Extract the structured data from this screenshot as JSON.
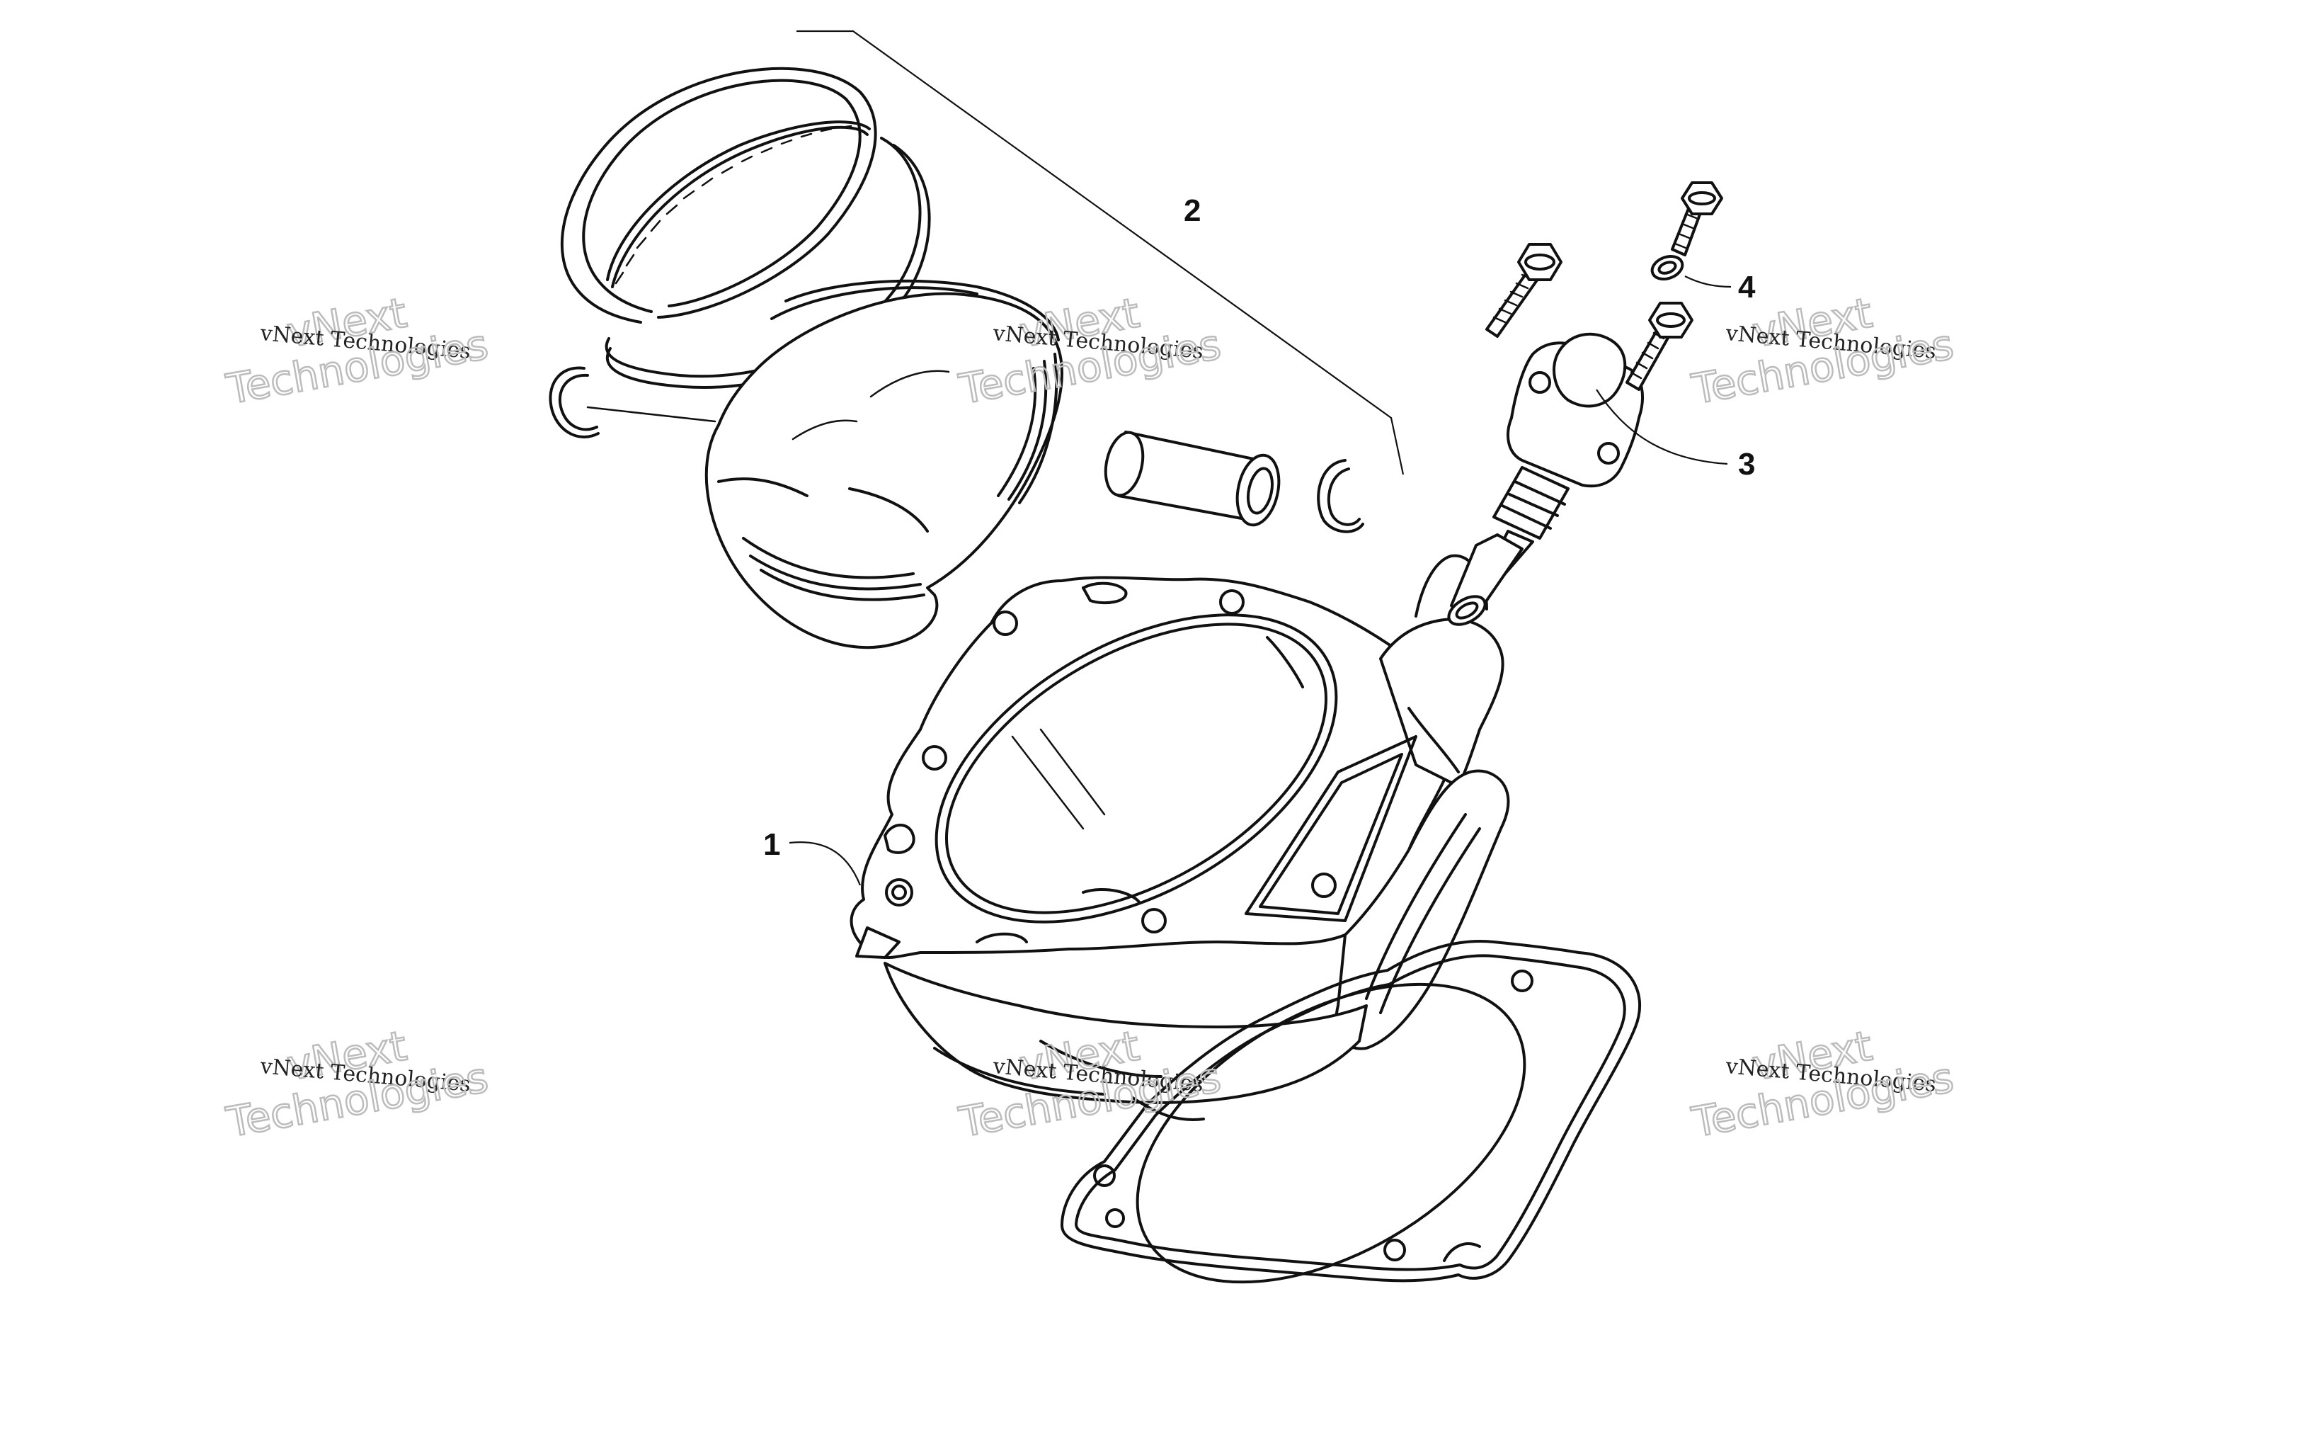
{
  "diagram": {
    "callouts": [
      {
        "id": "1",
        "label": "1"
      },
      {
        "id": "2",
        "label": "2"
      },
      {
        "id": "3",
        "label": "3"
      },
      {
        "id": "4",
        "label": "4"
      }
    ],
    "watermarks": [
      {
        "text_small": "vNext Technologies",
        "text_big_1": "vNext",
        "text_big_2": "Technologies"
      },
      {
        "text_small": "vNext Technologies",
        "text_big_1": "vNext",
        "text_big_2": "Technologies"
      },
      {
        "text_small": "vNext Technologies",
        "text_big_1": "vNext",
        "text_big_2": "Technologies"
      },
      {
        "text_small": "vNext Technologies",
        "text_big_1": "vNext",
        "text_big_2": "Technologies"
      },
      {
        "text_small": "vNext Technologies",
        "text_big_1": "vNext",
        "text_big_2": "Technologies"
      },
      {
        "text_small": "vNext Technologies",
        "text_big_1": "vNext",
        "text_big_2": "Technologies"
      }
    ]
  }
}
